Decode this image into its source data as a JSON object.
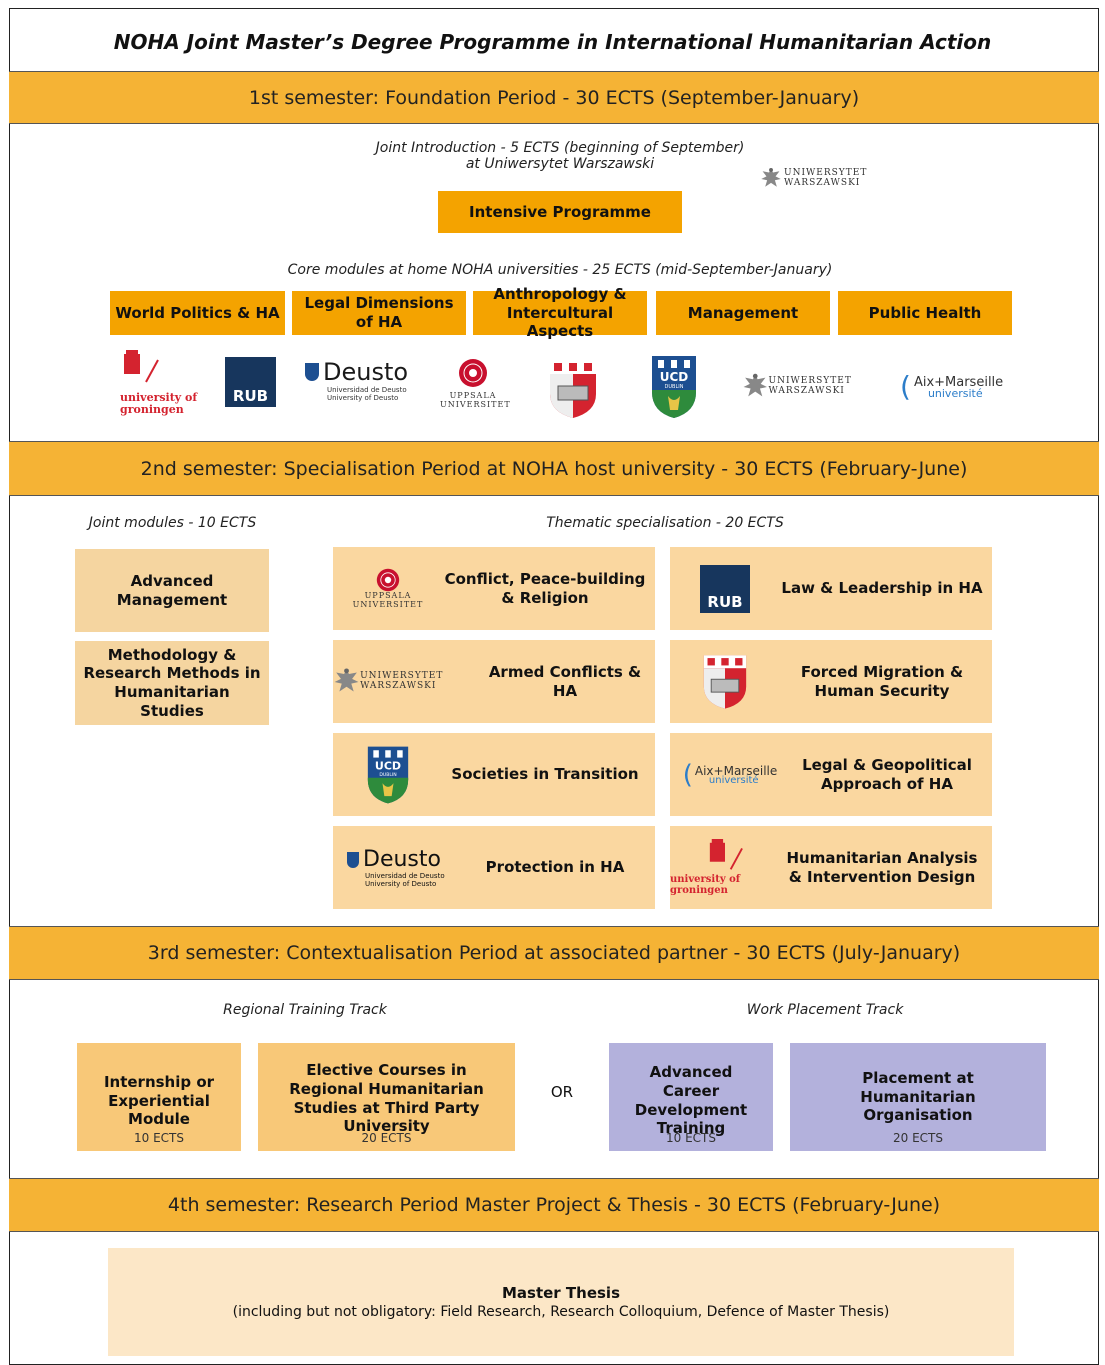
{
  "title": "NOHA Joint Master’s Degree Programme in International Humanitarian Action",
  "sem1": {
    "header": "1st semester: Foundation Period - 30 ECTS (September-January)",
    "joint_intro_line1": "Joint Introduction - 5 ECTS (beginning of September)",
    "joint_intro_line2": "at Uniwersytet Warszawski",
    "intensive": "Intensive Programme",
    "core_label": "Core modules at home NOHA universities - 25 ECTS (mid-September-January)",
    "modules": [
      "World Politics & HA",
      "Legal Dimensions of HA",
      "Anthropology & Intercultural Aspects",
      "Management",
      "Public Health"
    ]
  },
  "logos": {
    "groningen": "university of groningen",
    "rub": "RUB",
    "deusto": "Deusto",
    "deusto_sub1": "Universidad de Deusto",
    "deusto_sub2": "University of Deusto",
    "uppsala": "UPPSALA UNIVERSITET",
    "ucd": "UCD",
    "ucd_sub": "DUBLIN",
    "warsaw": "UNIWERSYTET WARSZAWSKI",
    "aix": "Aix+Marseille",
    "aix_sub": "université"
  },
  "sem2": {
    "header": "2nd semester: Specialisation Period at NOHA host university - 30 ECTS (February-June)",
    "joint_label": "Joint modules - 10 ECTS",
    "thematic_label": "Thematic specialisation - 20 ECTS",
    "joint_modules": [
      "Advanced Management",
      "Methodology & Research Methods in Humanitarian Studies"
    ],
    "specialisations": [
      {
        "label": "Conflict, Peace-building & Religion",
        "logo": "uppsala"
      },
      {
        "label": "Law & Leadership in HA",
        "logo": "rub"
      },
      {
        "label": "Armed Conflicts & HA",
        "logo": "warsaw"
      },
      {
        "label": "Forced Migration & Human Security",
        "logo": "shield"
      },
      {
        "label": "Societies in Transition",
        "logo": "ucd"
      },
      {
        "label": "Legal & Geopolitical Approach of HA",
        "logo": "aix"
      },
      {
        "label": "Protection in HA",
        "logo": "deusto"
      },
      {
        "label": "Humanitarian Analysis & Intervention Design",
        "logo": "groningen"
      }
    ]
  },
  "sem3": {
    "header": "3rd semester: Contextualisation Period at associated partner - 30 ECTS (July-January)",
    "regional_label": "Regional Training Track",
    "work_label": "Work Placement Track",
    "or": "OR",
    "boxes": [
      {
        "title": "Internship or Experiential Module",
        "ects": "10 ECTS"
      },
      {
        "title": "Elective Courses in Regional Humanitarian Studies at Third Party University",
        "ects": "20 ECTS"
      },
      {
        "title": "Advanced Career Development Training",
        "ects": "10 ECTS"
      },
      {
        "title": "Placement at Humanitarian Organisation",
        "ects": "20 ECTS"
      }
    ]
  },
  "sem4": {
    "header": "4th semester: Research Period Master Project & Thesis - 30 ECTS (February-June)",
    "thesis_title": "Master Thesis",
    "thesis_sub": "(including but not obligatory: Field Research, Research Colloquium, Defence of Master Thesis)"
  },
  "colors": {
    "band": "#F5B335",
    "module": "#F4A300",
    "card": "#FAD7A0",
    "lavender": "#B3B1DC",
    "thesis": "#FCE7C7",
    "groningen_red": "#D4232F",
    "rub_blue": "#17365D",
    "ucd_blue": "#1D4F91",
    "ucd_green": "#2E8B3C",
    "aix_blue": "#2C7DC9"
  }
}
